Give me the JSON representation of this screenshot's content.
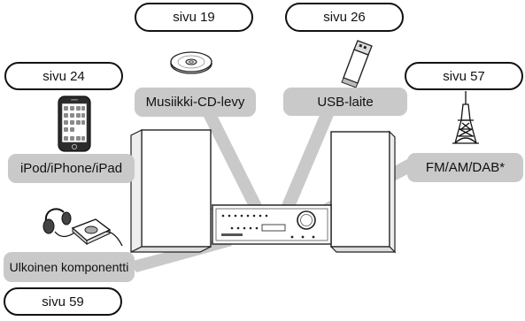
{
  "labels": {
    "cd": "Musiikki-CD-levy",
    "usb": "USB-laite",
    "ipod": "iPod/iPhone/iPad",
    "radio": "FM/AM/DAB*",
    "external": "Ulkoinen komponentti"
  },
  "page_refs": {
    "cd": "sivu 19",
    "usb": "sivu 26",
    "ipod": "sivu 24",
    "radio": "sivu 57",
    "external": "sivu 59"
  },
  "colors": {
    "connector": "#c9c9c9",
    "label_bg": "#c9c9c9",
    "outline": "#111111"
  },
  "icons": [
    "cd-disc-icon",
    "usb-stick-icon",
    "iphone-icon",
    "radio-tower-icon",
    "headphones-icon",
    "speaker-icon",
    "receiver-icon"
  ]
}
